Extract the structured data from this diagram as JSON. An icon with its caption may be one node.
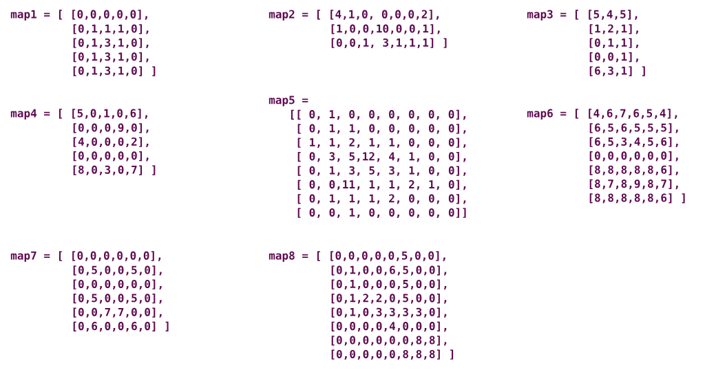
{
  "diagram": {
    "labels": [
      "map1 = [ [0,0,0,0,0],",
      "[0,1,1,1,0],",
      "[0,1,3,1,0],",
      "[0,1,3,1,0],",
      "[0,1,3,1,0] ]",
      "map2 = [ [4,1,0, 0,0,0,2],",
      "[1,0,0,10,0,0,1],",
      "[0,0,1, 3,1,1,1] ]",
      "map3 = [ [5,4,5],",
      "[1,2,1],",
      "[0,1,1],",
      "[0,0,1],",
      "[6,3,1] ]",
      "map4 = [ [5,0,1,0,6],",
      "[0,0,0,9,0],",
      "[4,0,0,0,2],",
      "[0,0,0,0,0],",
      "[8,0,3,0,7] ]",
      "map5 =",
      "[[ 0, 1, 0, 0, 0, 0, 0, 0],",
      "[ 0, 1, 1, 0, 0, 0, 0, 0],",
      "[ 1, 1, 2, 1, 1, 0, 0, 0],",
      "[ 0, 3, 5,12, 4, 1, 0, 0],",
      "[ 0, 1, 3, 5, 3, 1, 0, 0],",
      "[ 0, 0,11, 1, 1, 2, 1, 0],",
      "[ 0, 1, 1, 1, 2, 0, 0, 0],",
      "[ 0, 0, 1, 0, 0, 0, 0, 0]]",
      "map6 = [ [4,6,7,6,5,4],",
      "[6,5,6,5,5,5],",
      "[6,5,3,4,5,6],",
      "[0,0,0,0,0,0],",
      "[8,8,8,8,8,6],",
      "[8,7,8,9,8,7],",
      "[8,8,8,8,8,6] ]",
      "map7 = [ [0,0,0,0,0,0],",
      "[0,5,0,0,5,0],",
      "[0,0,0,0,0,0],",
      "[0,5,0,0,5,0],",
      "[0,0,7,7,0,0],",
      "[0,6,0,0,6,0] ]",
      "map8 = [ [0,0,0,0,0,5,0,0],",
      "[0,1,0,0,6,5,0,0],",
      "[0,1,0,0,0,5,0,0],",
      "[0,1,2,2,0,5,0,0],",
      "[0,1,0,3,3,3,3,0],",
      "[0,0,0,0,4,0,0,0],",
      "[0,0,0,0,0,0,8,8],",
      "[0,0,0,0,0,8,8,8] ]"
    ]
  }
}
